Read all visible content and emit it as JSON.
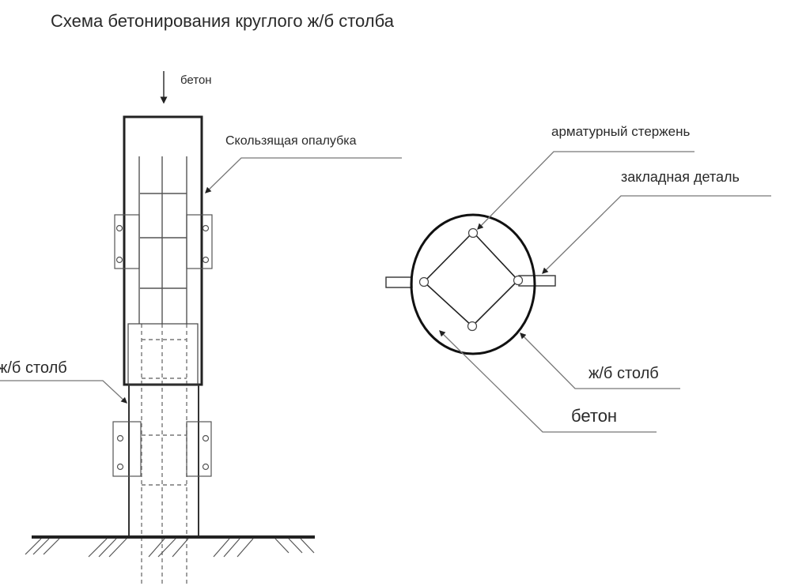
{
  "title": "Схема бетонирования круглого ж/б столба",
  "side_view": {
    "concrete_label": "бетон",
    "formwork_label": "Скользящая опалубка",
    "post_label": "ж/б столб"
  },
  "section_view": {
    "rebar_label": "арматурный стержень",
    "embedded_part_label": "закладная деталь",
    "post_label": "ж/б столб",
    "concrete_label": "бетон"
  }
}
